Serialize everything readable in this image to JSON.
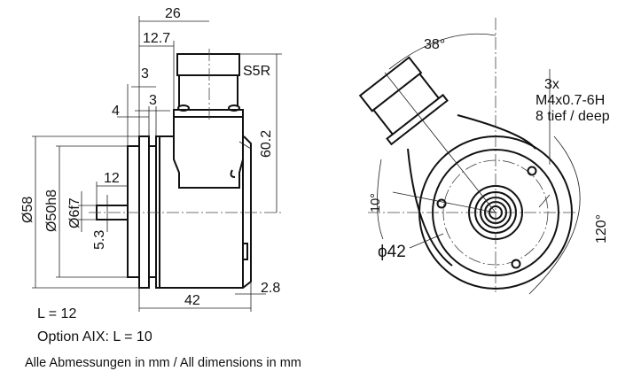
{
  "side_view": {
    "dimensions": {
      "connector_center": "26",
      "connector_edge": "12.7",
      "flange_3a": "3",
      "flange_3b": "3",
      "flange_4": "4",
      "connector_height": "60.2",
      "diameter_58": "Ø58",
      "diameter_50": "Ø50h8",
      "shaft_diameter": "Ø6f7",
      "shaft_length": "12",
      "shaft_flat": "5.3",
      "body_length": "42",
      "rear_step": "2.8"
    },
    "connector_label": "S5R"
  },
  "front_view": {
    "connector_angle": "38°",
    "hole_angle": "10°",
    "hole_spacing": "120°",
    "bolt_circle": "ϕ42",
    "thread_callout": [
      "3x",
      "M4x0.7-6H",
      "8 tief / deep"
    ]
  },
  "notes": {
    "shaft_length": "L = 12",
    "option": "Option AIX: L = 10",
    "units": "Alle Abmessungen in mm / All dimensions in mm"
  }
}
